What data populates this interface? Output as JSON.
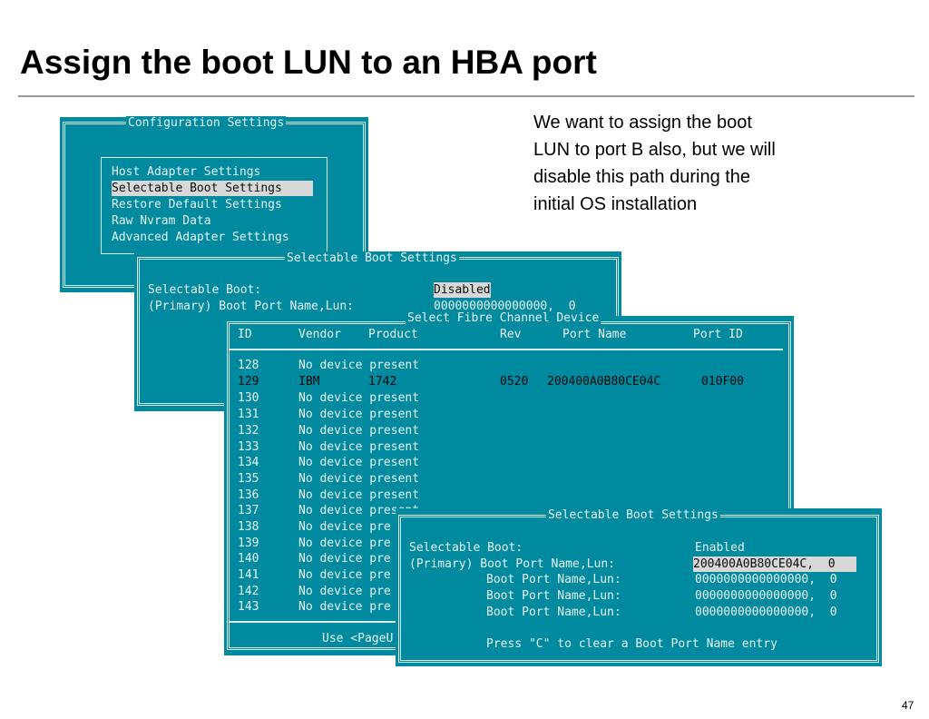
{
  "slide": {
    "title": "Assign the boot LUN to an HBA port",
    "note_lines": [
      "We want to assign the boot",
      "LUN to port B also, but we will",
      "disable this path during the",
      "initial OS installation"
    ],
    "page_number": "47"
  },
  "config_window": {
    "title": "Configuration Settings",
    "items": [
      "Host Adapter Settings",
      "Selectable Boot Settings",
      "Restore Default Settings",
      "Raw Nvram Data",
      "Advanced Adapter Settings"
    ],
    "selected_index": 1
  },
  "boot_window_1": {
    "title": "Selectable Boot Settings",
    "rows": [
      {
        "label": "Selectable Boot:",
        "value": "Disabled"
      },
      {
        "label": "(Primary) Boot Port Name,Lun:",
        "value": "0000000000000000,  0"
      }
    ]
  },
  "device_window": {
    "title": "Select Fibre Channel Device",
    "headers": {
      "id": "ID",
      "vendor": "Vendor",
      "product": "Product",
      "rev": "Rev",
      "port_name": "Port Name",
      "port_id": "Port ID"
    },
    "rows": [
      {
        "id": "128",
        "vendor": "No device present"
      },
      {
        "id": "129",
        "vendor": "IBM",
        "product": "1742",
        "rev": "0520",
        "port_name": "200400A0B80CE04C",
        "port_id": "010F00"
      },
      {
        "id": "130",
        "vendor": "No device present"
      },
      {
        "id": "131",
        "vendor": "No device present"
      },
      {
        "id": "132",
        "vendor": "No device present"
      },
      {
        "id": "133",
        "vendor": "No device present"
      },
      {
        "id": "134",
        "vendor": "No device present"
      },
      {
        "id": "135",
        "vendor": "No device present"
      },
      {
        "id": "136",
        "vendor": "No device present"
      },
      {
        "id": "137",
        "vendor": "No device present"
      },
      {
        "id": "138",
        "vendor": "No device pre"
      },
      {
        "id": "139",
        "vendor": "No device pre"
      },
      {
        "id": "140",
        "vendor": "No device pre"
      },
      {
        "id": "141",
        "vendor": "No device pre"
      },
      {
        "id": "142",
        "vendor": "No device pre"
      },
      {
        "id": "143",
        "vendor": "No device pre"
      }
    ],
    "selected_index": 1,
    "footer": "Use <PageU"
  },
  "boot_window_2": {
    "title": "Selectable Boot Settings",
    "selectable_boot": {
      "label": "Selectable Boot:",
      "value": "Enabled"
    },
    "port_rows": [
      {
        "label": "(Primary) Boot Port Name,Lun:",
        "value": "200400A0B80CE04C,  0"
      },
      {
        "label": "Boot Port Name,Lun:",
        "value": "0000000000000000,  0"
      },
      {
        "label": "Boot Port Name,Lun:",
        "value": "0000000000000000,  0"
      },
      {
        "label": "Boot Port Name,Lun:",
        "value": "0000000000000000,  0"
      }
    ],
    "hint": "Press \"C\" to clear a Boot Port Name entry"
  }
}
